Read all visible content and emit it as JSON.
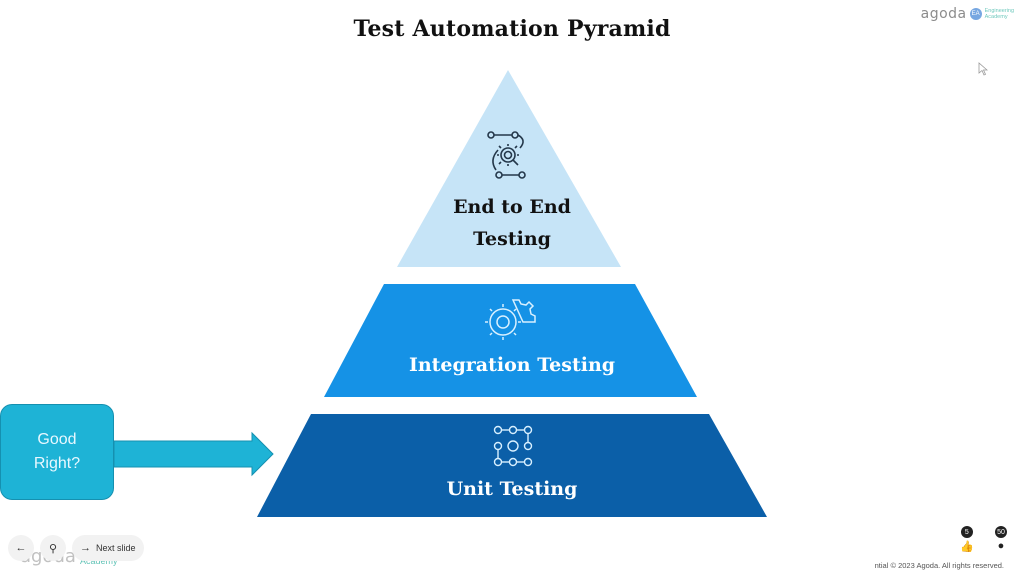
{
  "slide": {
    "title": "Test Automation Pyramid",
    "logo": {
      "word": "agoda",
      "badge": "EA",
      "sub_line1": "Engineering",
      "sub_line2": "Academy"
    },
    "tiers": [
      {
        "label_line1": "End to End",
        "label_line2": "Testing",
        "icon": "gear-workflow-icon",
        "color": "#c6e4f7"
      },
      {
        "label": "Integration Testing",
        "icon": "integration-gears-icon",
        "color": "#1592e6"
      },
      {
        "label": "Unit Testing",
        "icon": "unit-nodes-grid-icon",
        "color": "#0b5fa8"
      }
    ],
    "callout": {
      "line1": "Good",
      "line2": "Right?",
      "color": "#1eb3d6"
    },
    "footer": "ntial © 2023 Agoda. All rights reserved."
  },
  "controls": {
    "prev_icon": "←",
    "pin_icon": "⚲",
    "next_icon": "→",
    "next_label": "Next slide"
  },
  "reactions": {
    "likes": "5",
    "participants": "50"
  }
}
